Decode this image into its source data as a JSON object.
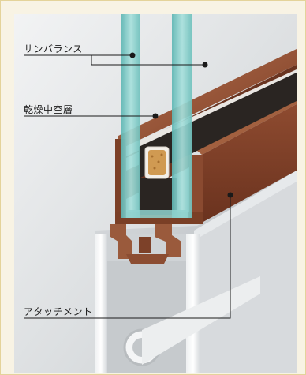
{
  "labels": {
    "sun_balance": "サンバランス",
    "dry_air_layer": "乾燥中空層",
    "attachment": "アタッチメント"
  },
  "colors": {
    "frame_border": "#e4d39a",
    "background": "#f8f3e4",
    "brown_frame": "#8a4a30",
    "glass": "#7fc9c4",
    "spacer": "#2a2522",
    "desiccant": "#d4a05a"
  },
  "icons": {
    "leader_dot": "filled-circle"
  }
}
